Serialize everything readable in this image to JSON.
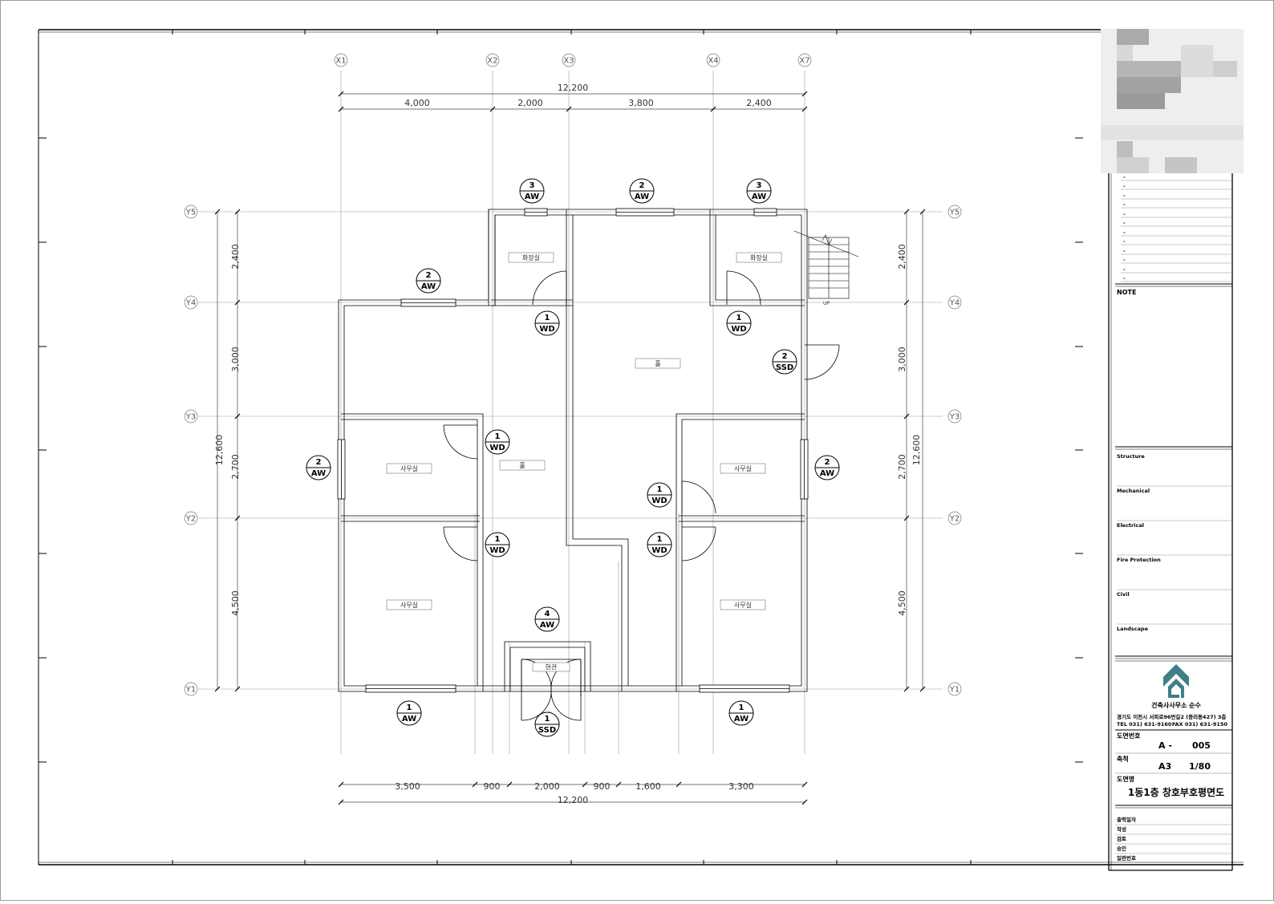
{
  "drawing": {
    "grid_x": [
      "X1",
      "X2",
      "X3",
      "X4",
      "X7"
    ],
    "grid_y": [
      "Y5",
      "Y4",
      "Y3",
      "Y2",
      "Y1"
    ],
    "dims_top_total": "12,200",
    "dims_top": [
      "4,000",
      "2,000",
      "3,800",
      "2,400"
    ],
    "dims_bottom": [
      "3,500",
      "900",
      "2,000",
      "900",
      "1,600",
      "3,300"
    ],
    "dims_bottom_total": "12,200",
    "dims_left": [
      "2,400",
      "3,000",
      "2,700",
      "4,500"
    ],
    "dims_left_total": "12,600",
    "dims_right": [
      "2,400",
      "3,000",
      "2,700",
      "4,500"
    ],
    "dims_right_total": "12,600",
    "rooms": {
      "toilet_left": "화장실",
      "toilet_right": "화장실",
      "hall_upper": "홀",
      "hall_middle": "홀",
      "office_mid_left": "사무실",
      "office_mid_right": "사무실",
      "office_low_left": "사무실",
      "office_low_right": "사무실",
      "entrance": "현관"
    },
    "stair_label": "UP",
    "tags": {
      "aw3_left": {
        "num": "3",
        "code": "AW"
      },
      "aw2_top": {
        "num": "2",
        "code": "AW"
      },
      "aw3_right": {
        "num": "3",
        "code": "AW"
      },
      "aw2_upper_left": {
        "num": "2",
        "code": "AW"
      },
      "wd1_toilet_left": {
        "num": "1",
        "code": "WD"
      },
      "wd1_toilet_right": {
        "num": "1",
        "code": "WD"
      },
      "ssd2_right": {
        "num": "2",
        "code": "SSD"
      },
      "wd1_mid_left": {
        "num": "1",
        "code": "WD"
      },
      "aw2_left": {
        "num": "2",
        "code": "AW"
      },
      "wd1_mid_right": {
        "num": "1",
        "code": "WD"
      },
      "aw2_right": {
        "num": "2",
        "code": "AW"
      },
      "wd1_low_left": {
        "num": "1",
        "code": "WD"
      },
      "wd1_low_right": {
        "num": "1",
        "code": "WD"
      },
      "aw4_entrance": {
        "num": "4",
        "code": "AW"
      },
      "aw1_bottom_left": {
        "num": "1",
        "code": "AW"
      },
      "ssd1_entrance": {
        "num": "1",
        "code": "SSD"
      },
      "aw1_bottom_right": {
        "num": "1",
        "code": "AW"
      }
    }
  },
  "title_block": {
    "revision_marks": [
      "-",
      "-",
      "-",
      "-",
      "-",
      "-",
      "-",
      "-",
      "-",
      "-",
      "-",
      "-"
    ],
    "note_label": "NOTE",
    "disciplines": [
      "Structure",
      "Mechanical",
      "Electrical",
      "Fire Protection",
      "Civil",
      "Landscape"
    ],
    "firm_name": "건축사사무소 순수",
    "firm_address": "경기도 이천시 서희로96번길2 (중리동427) 3층",
    "firm_tel": "TEL 031) 631-9160",
    "firm_fax": "FAX 031) 631-9150",
    "drawing_no_label": "도면번호",
    "drawing_no_prefix": "A -",
    "drawing_no": "005",
    "scale_label": "축척",
    "paper_size": "A3",
    "scale": "1/80",
    "drawing_name_label": "도면명",
    "drawing_name": "1동1층 창호부호평면도",
    "signoff_labels": [
      "출력일자",
      "작성",
      "검토",
      "승인",
      "일련번호"
    ],
    "colors": {
      "line": "#000000",
      "grid": "#9a9a9a",
      "logo": "#3f7f86"
    }
  }
}
